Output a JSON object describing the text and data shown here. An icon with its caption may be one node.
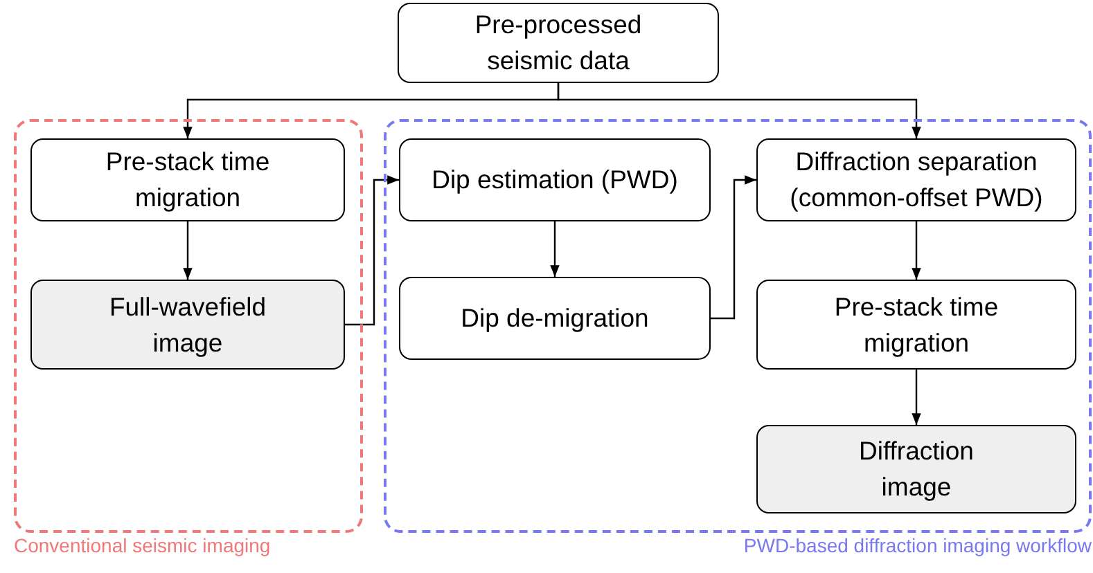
{
  "diagram": {
    "nodes": [
      {
        "text": [
          "Pre-processed seismic data"
        ]
      },
      {
        "text": [
          "Conventional seismic imaging"
        ]
      },
      {
        "text": [
          "Pre-stack time migration"
        ],
        "in": 1
      },
      {
        "text": [
          "Full-wavefield image"
        ],
        "in": 1
      },
      {
        "text": [
          "PWD-based diffraction imaging workflow"
        ]
      },
      {
        "text": [
          "Dip estimation (PWD)"
        ],
        "in": 4
      },
      {
        "text": [
          "Dip de-migration"
        ],
        "in": 4
      },
      {
        "text": [
          "Diffraction separation (common-offset PWD)"
        ],
        "in": 4
      },
      {
        "text": [
          "Pre-stack time migration"
        ],
        "in": 4
      },
      {
        "text": [
          "Diffraction image"
        ],
        "in": 4
      }
    ],
    "edges": [
      {
        "from": 0,
        "to": 2,
        "arrow": "to"
      },
      {
        "from": 0,
        "to": 7,
        "arrow": "to"
      },
      {
        "from": 2,
        "to": 3,
        "arrow": "to"
      },
      {
        "from": 3,
        "to": 5,
        "arrow": "to"
      },
      {
        "from": 5,
        "to": 6,
        "arrow": "to"
      },
      {
        "from": 6,
        "to": 7,
        "arrow": "to"
      },
      {
        "from": 7,
        "to": 8,
        "arrow": "to"
      },
      {
        "from": 8,
        "to": 9,
        "arrow": "to"
      }
    ]
  }
}
